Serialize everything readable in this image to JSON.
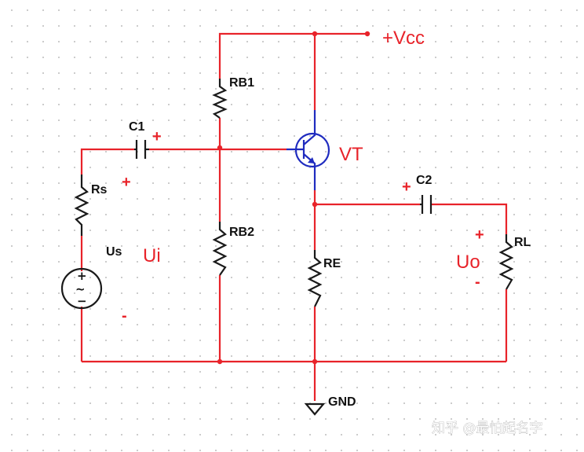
{
  "supply": {
    "vcc": "+Vcc",
    "ground": "GND"
  },
  "components": {
    "rb1": "RB1",
    "rb2": "RB2",
    "c1": "C1",
    "c2": "C2",
    "rs": "Rs",
    "us": "Us",
    "re": "RE",
    "rl": "RL",
    "transistor": "VT"
  },
  "signals": {
    "input": "Ui",
    "output": "Uo"
  },
  "polarity": {
    "c1_plus": "+",
    "c2_plus": "+",
    "ui_plus": "+",
    "ui_minus": "-",
    "uo_plus": "+",
    "uo_minus": "-",
    "src_plus": "+",
    "src_minus": "−",
    "src_wave": "~"
  },
  "watermark": "知乎 @最怕起名字",
  "colors": {
    "wire": "#e8232a",
    "component": "#1a1a1a",
    "transistor": "#1f2bbf",
    "grid_dot": "#c4c4c4"
  }
}
